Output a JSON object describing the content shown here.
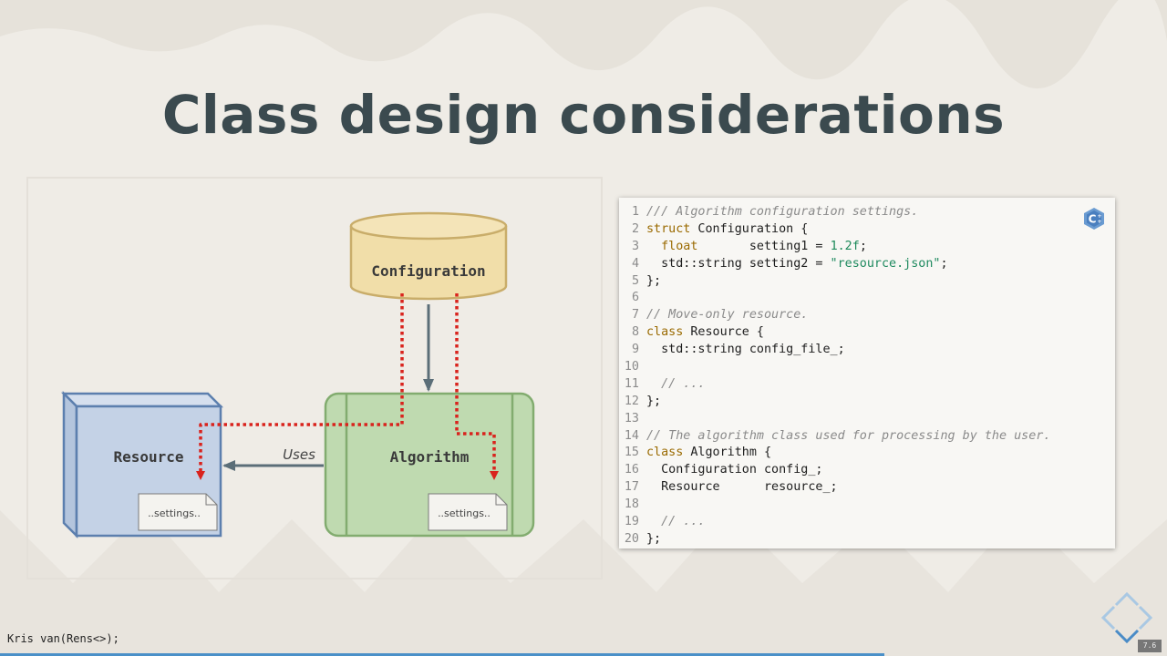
{
  "slide": {
    "title": "Class design considerations",
    "footer": "Kris van(Rens<>);",
    "slide_number": "7.6",
    "progress_fraction": 0.758
  },
  "diagram": {
    "configuration_label": "Configuration",
    "resource_label": "Resource",
    "algorithm_label": "Algorithm",
    "uses_label": "Uses",
    "resource_note": "..settings..",
    "algorithm_note": "..settings..",
    "colors": {
      "configuration_fill": "#f1dea9",
      "configuration_stroke": "#c9ad6a",
      "resource_fill": "#c4d2e6",
      "resource_stroke": "#5c7fae",
      "algorithm_fill": "#bfdab0",
      "algorithm_stroke": "#82ac6f",
      "dependency_arrow": "#d9231d",
      "association_arrow": "#5b6e78"
    }
  },
  "code": {
    "language_icon": "cpp-icon",
    "lines": [
      [
        {
          "t": "/// Algorithm configuration settings.",
          "c": "cm"
        }
      ],
      [
        {
          "t": "struct",
          "c": "kw"
        },
        {
          "t": " Configuration {",
          "c": "plain"
        }
      ],
      [
        {
          "t": "  float",
          "c": "kw"
        },
        {
          "t": "       setting1 = ",
          "c": "plain"
        },
        {
          "t": "1.2f",
          "c": "num"
        },
        {
          "t": ";",
          "c": "plain"
        }
      ],
      [
        {
          "t": "  std::string setting2 = ",
          "c": "plain"
        },
        {
          "t": "\"resource.json\"",
          "c": "str"
        },
        {
          "t": ";",
          "c": "plain"
        }
      ],
      [
        {
          "t": "};",
          "c": "plain"
        }
      ],
      [
        {
          "t": "",
          "c": "plain"
        }
      ],
      [
        {
          "t": "// Move-only resource.",
          "c": "cm"
        }
      ],
      [
        {
          "t": "class",
          "c": "kw"
        },
        {
          "t": " Resource {",
          "c": "plain"
        }
      ],
      [
        {
          "t": "  std::string config_file_;",
          "c": "plain"
        }
      ],
      [
        {
          "t": "",
          "c": "plain"
        }
      ],
      [
        {
          "t": "  // ...",
          "c": "cm"
        }
      ],
      [
        {
          "t": "};",
          "c": "plain"
        }
      ],
      [
        {
          "t": "",
          "c": "plain"
        }
      ],
      [
        {
          "t": "// The algorithm class used for processing by the user.",
          "c": "cm"
        }
      ],
      [
        {
          "t": "class",
          "c": "kw"
        },
        {
          "t": " Algorithm {",
          "c": "plain"
        }
      ],
      [
        {
          "t": "  Configuration config_;",
          "c": "plain"
        }
      ],
      [
        {
          "t": "  Resource      resource_;",
          "c": "plain"
        }
      ],
      [
        {
          "t": "",
          "c": "plain"
        }
      ],
      [
        {
          "t": "  // ...",
          "c": "cm"
        }
      ],
      [
        {
          "t": "};",
          "c": "plain"
        }
      ]
    ]
  }
}
